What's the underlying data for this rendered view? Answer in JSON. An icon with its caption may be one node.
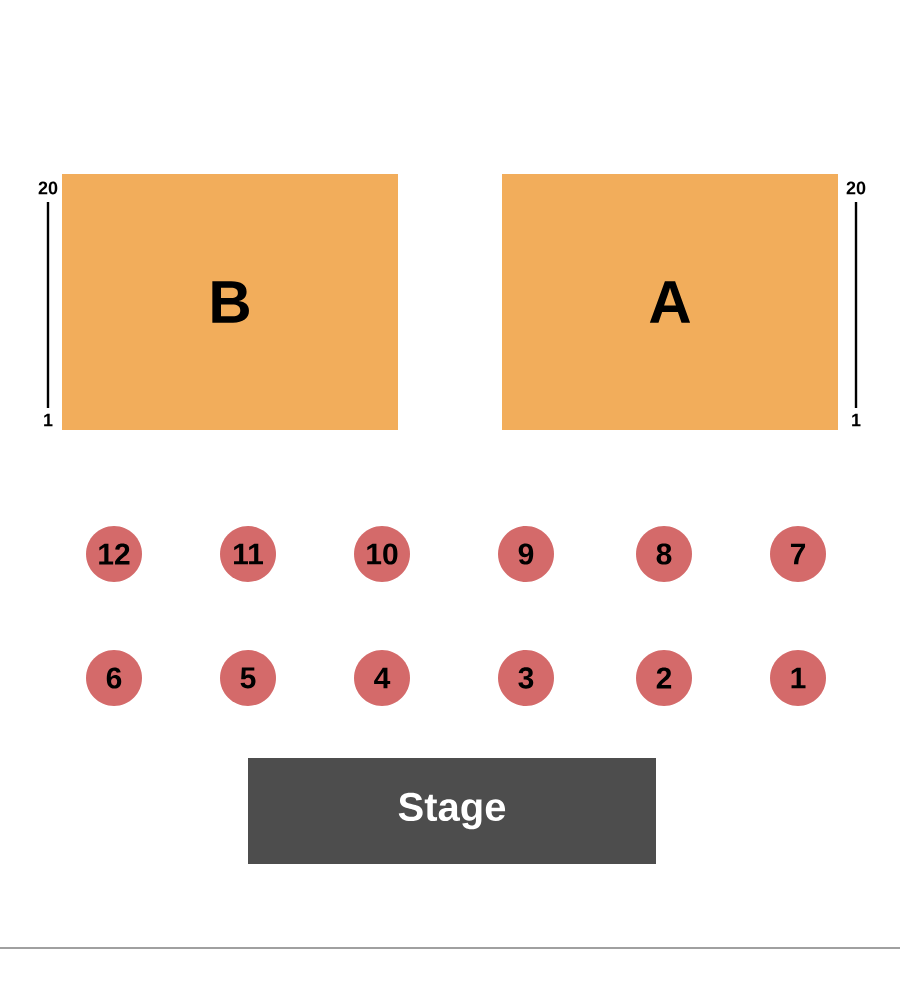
{
  "diagram": {
    "nodes": [
      {
        "text": [
          "B"
        ]
      },
      {
        "text": [
          "A"
        ]
      },
      {
        "text": [
          "12"
        ]
      },
      {
        "text": [
          "11"
        ]
      },
      {
        "text": [
          "10"
        ]
      },
      {
        "text": [
          "9"
        ]
      },
      {
        "text": [
          "8"
        ]
      },
      {
        "text": [
          "7"
        ]
      },
      {
        "text": [
          "6"
        ]
      },
      {
        "text": [
          "5"
        ]
      },
      {
        "text": [
          "4"
        ]
      },
      {
        "text": [
          "3"
        ]
      },
      {
        "text": [
          "2"
        ]
      },
      {
        "text": [
          "1"
        ]
      },
      {
        "text": [
          "Stage"
        ]
      }
    ],
    "labels": [
      "20",
      "20",
      "1",
      "1"
    ]
  }
}
